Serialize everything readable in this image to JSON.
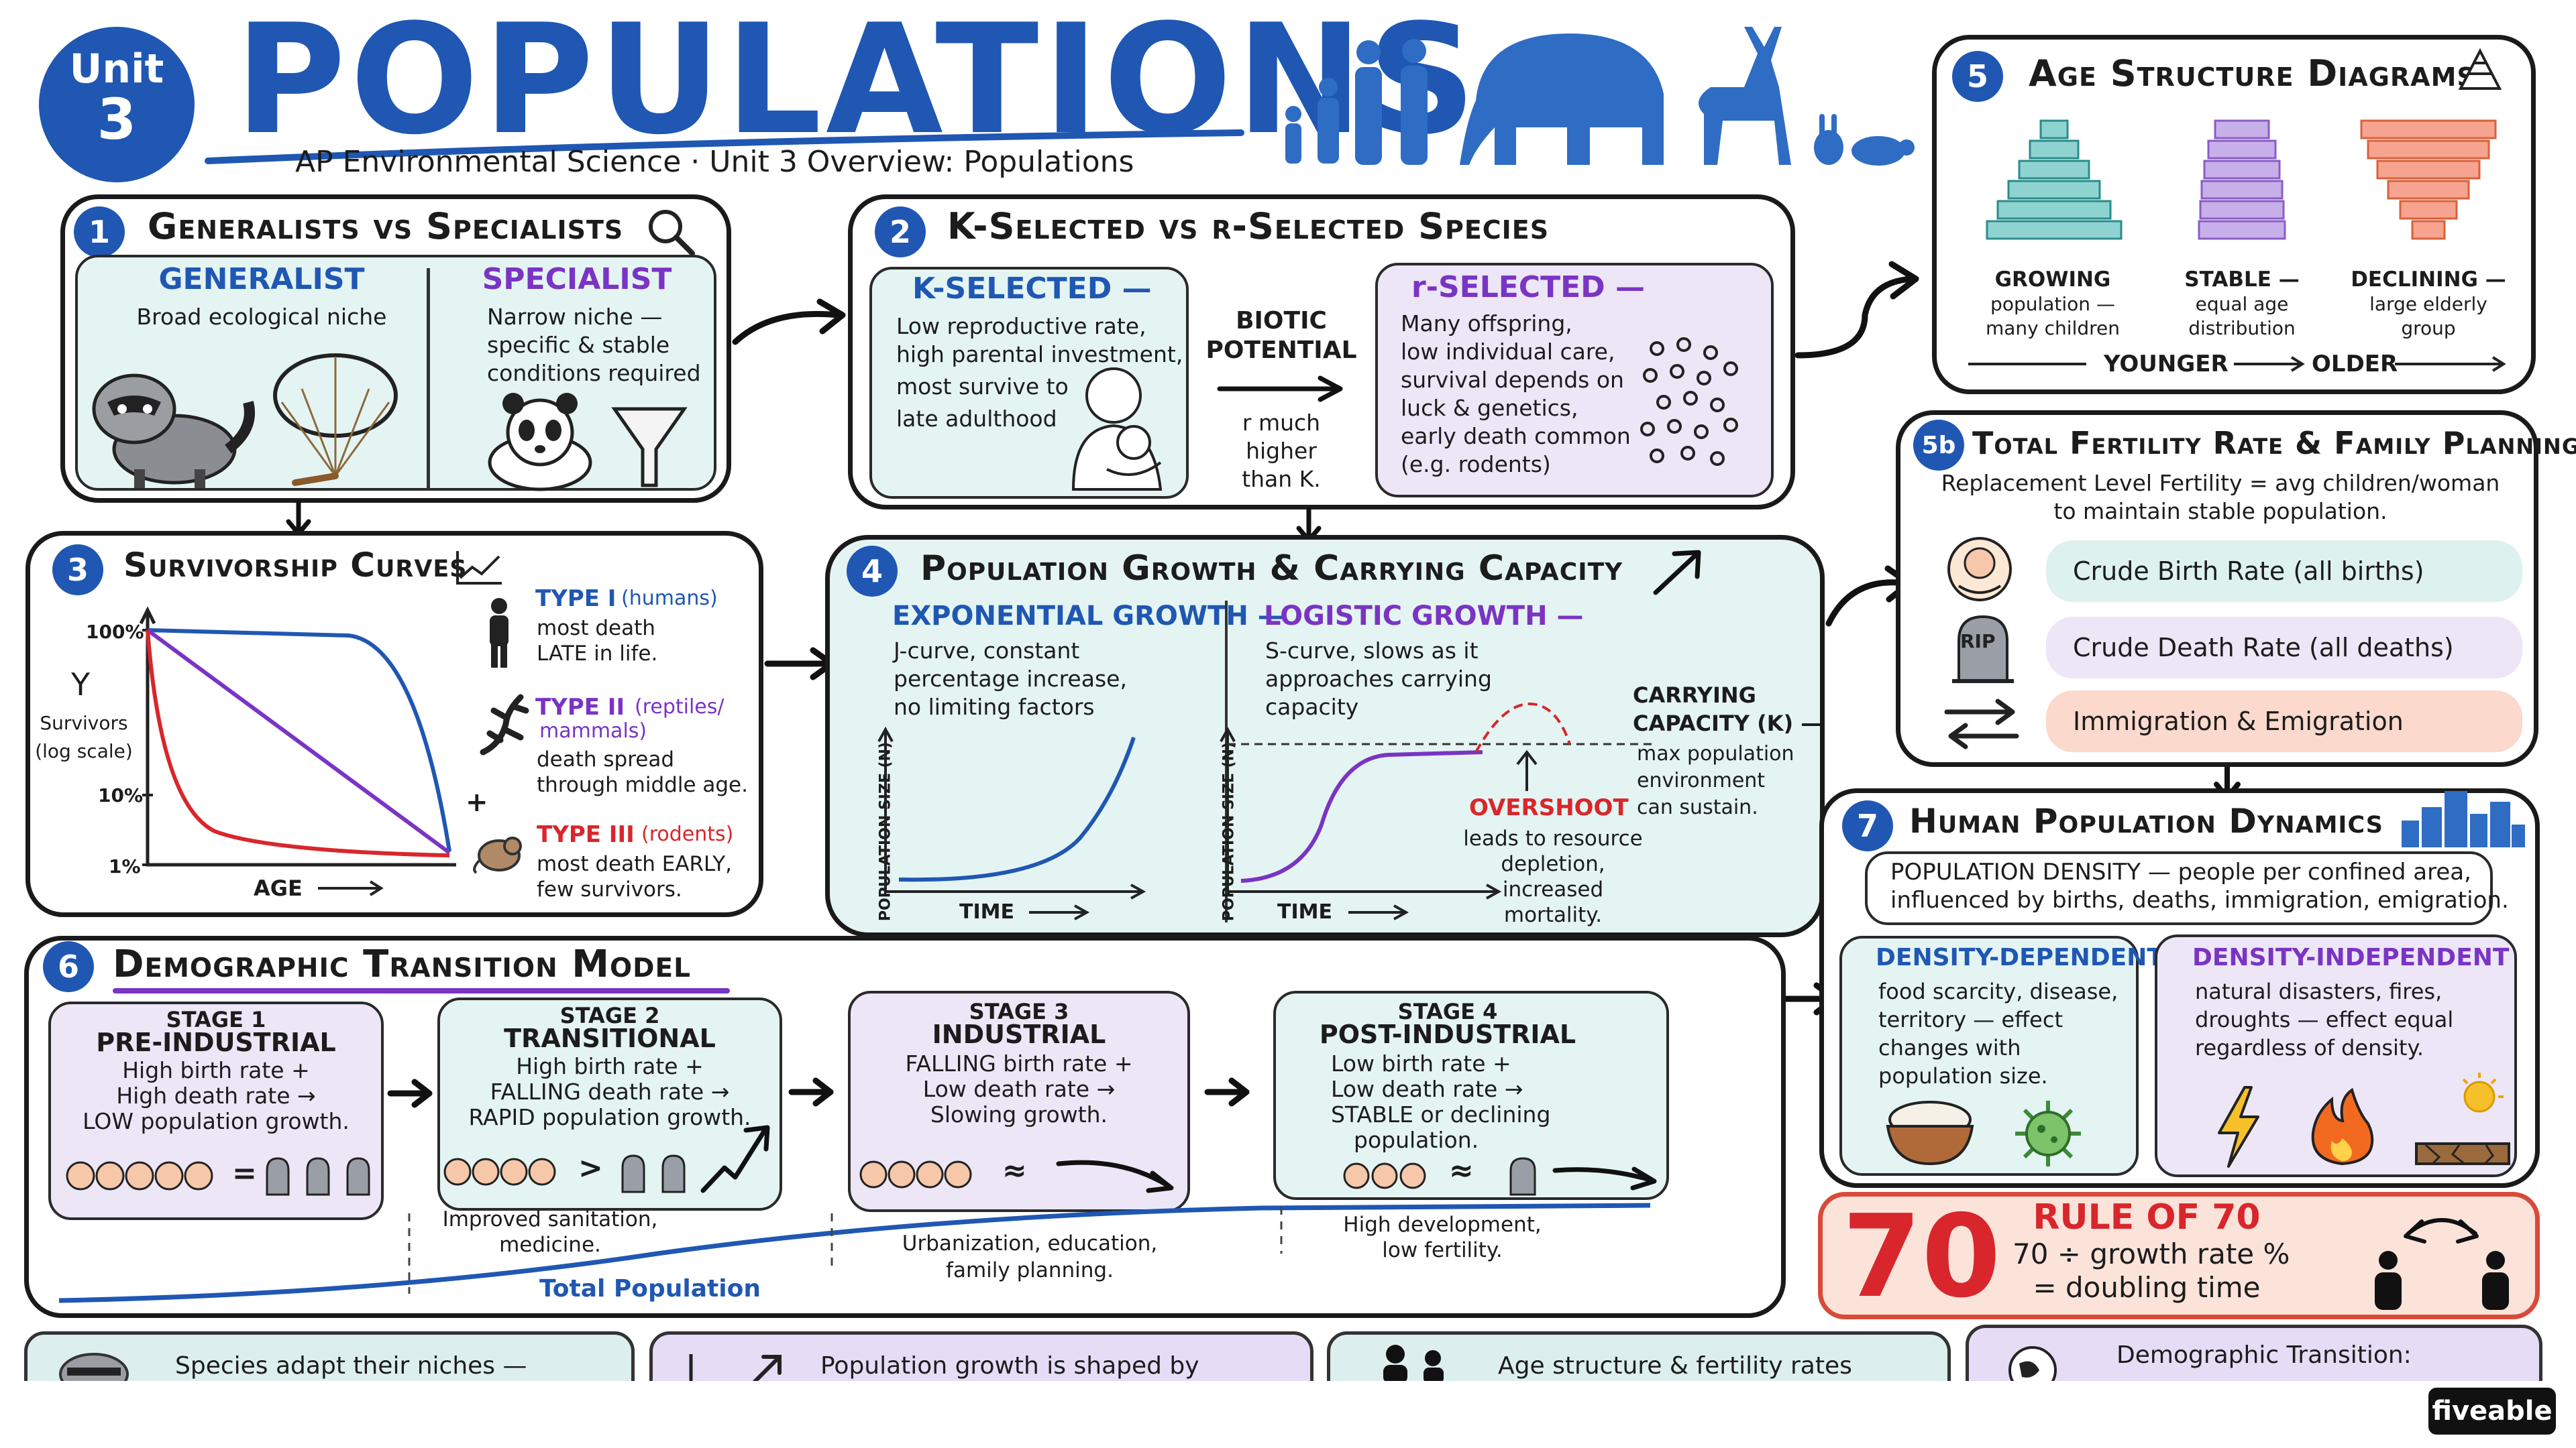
{
  "header": {
    "unit_label": "Unit",
    "unit_number": "3",
    "title": "POPULATIONS",
    "subtitle": "AP Environmental Science · Unit 3 Overview: Populations"
  },
  "s1": {
    "num": "1",
    "title": "Generalists vs Specialists",
    "gen_title": "GENERALIST",
    "gen_text": "Broad ecological niche",
    "spec_title": "SPECIALIST",
    "spec_text": [
      "Narrow niche —",
      "specific & stable",
      "conditions required"
    ]
  },
  "s2": {
    "num": "2",
    "title": "K-Selected vs r-Selected Species",
    "k_title": "K-SELECTED —",
    "k_text": [
      "Low reproductive rate,",
      "high parental investment,",
      "most survive to",
      "late adulthood"
    ],
    "biotic": [
      "BIOTIC",
      "POTENTIAL"
    ],
    "biotic_note": [
      "r much",
      "higher",
      "than K."
    ],
    "r_title": "r-SELECTED —",
    "r_text": [
      "Many offspring,",
      "low individual care,",
      "survival depends on",
      "luck & genetics,",
      "early death common",
      "(e.g. rodents)"
    ]
  },
  "s3": {
    "num": "3",
    "title": "Survivorship Curves",
    "y_ticks": [
      "100%",
      "10%",
      "1%"
    ],
    "y_label": [
      "Y",
      "Survivors",
      "(log scale)"
    ],
    "x_label": "AGE",
    "t1_title": "TYPE I",
    "t1_sub": "(humans)",
    "t1_text": [
      "most death",
      "LATE in life."
    ],
    "t2_title": "TYPE II",
    "t2_sub": [
      "(reptiles/",
      "mammals)"
    ],
    "t2_text": [
      "death spread",
      "through middle age."
    ],
    "t3_title": "TYPE III",
    "t3_sub": "(rodents)",
    "t3_text": [
      "most death EARLY,",
      "few survivors."
    ]
  },
  "s4": {
    "num": "4",
    "title": "Population Growth & Carrying Capacity",
    "exp_title": "EXPONENTIAL GROWTH —",
    "exp_text": [
      "J-curve, constant",
      "percentage increase,",
      "no limiting factors"
    ],
    "log_title": "LOGISTIC GROWTH —",
    "log_text": [
      "S-curve, slows as it",
      "approaches carrying",
      "capacity"
    ],
    "y_axis": "POPULATION SIZE (N)",
    "x_axis": "TIME",
    "cc_text": [
      "CARRYING",
      "CAPACITY (K) —",
      "max population",
      "environment",
      "can sustain."
    ],
    "overshoot": "OVERSHOOT",
    "overshoot_text": [
      "leads to resource",
      "depletion,",
      "increased",
      "mortality."
    ]
  },
  "s5": {
    "num": "5",
    "title": "Age Structure Diagrams",
    "growing": [
      "GROWING",
      "population —",
      "many children"
    ],
    "stable": [
      "STABLE —",
      "equal age",
      "distribution"
    ],
    "declining": [
      "DECLINING —",
      "large elderly",
      "group"
    ],
    "younger": "YOUNGER",
    "older": "OLDER",
    "colors": {
      "growing": "#8fd3d1",
      "stable": "#c7b0ea",
      "declining": "#f6a48f"
    }
  },
  "s5b": {
    "num": "5b",
    "title": "Total Fertility Rate & Family Planning",
    "text": [
      "Replacement Level Fertility = avg children/woman",
      "to maintain stable population."
    ],
    "rip": "RIP",
    "pills": [
      "Crude Birth Rate (all births)",
      "Crude Death Rate (all deaths)",
      "Immigration & Emigration"
    ]
  },
  "s6": {
    "num": "6",
    "title": "Demographic Transition Model",
    "stages": [
      {
        "label": "STAGE 1",
        "name": "PRE-INDUSTRIAL",
        "lines": [
          "High birth rate +",
          "High death rate →",
          "LOW population growth."
        ],
        "symbol": "="
      },
      {
        "label": "STAGE 2",
        "name": "TRANSITIONAL",
        "lines": [
          "High birth rate +",
          "FALLING death rate →",
          "RAPID population growth."
        ],
        "symbol": ">"
      },
      {
        "label": "STAGE 3",
        "name": "INDUSTRIAL",
        "lines": [
          "FALLING birth rate +",
          "Low death rate →",
          "Slowing growth."
        ],
        "symbol": "≈"
      },
      {
        "label": "STAGE 4",
        "name": "POST-INDUSTRIAL",
        "lines": [
          "Low birth rate +",
          "Low death rate →",
          "STABLE or declining",
          "population."
        ],
        "symbol": "≈"
      }
    ],
    "notes": [
      [
        "Improved sanitation,",
        "medicine."
      ],
      [
        "Urbanization, education,",
        "family planning."
      ],
      [
        "High development,",
        "low fertility."
      ]
    ],
    "total": "Total Population"
  },
  "s7": {
    "num": "7",
    "title": "Human Population Dynamics",
    "density": [
      "POPULATION DENSITY — people per confined area,",
      "influenced by births, deaths, immigration, emigration."
    ],
    "dd_title": "DENSITY-DEPENDENT",
    "dd_text": [
      "food scarcity, disease,",
      "territory — effect",
      "changes with",
      "population size."
    ],
    "di_title": "DENSITY-INDEPENDENT",
    "di_text": [
      "natural disasters, fires,",
      "droughts — effect equal",
      "regardless of density."
    ]
  },
  "rule70": {
    "number": "70",
    "title": "RULE OF 70",
    "lines": [
      "70 ÷ growth rate %",
      "= doubling time"
    ]
  },
  "footer": {
    "cards": [
      "Species adapt their niches —",
      "Population growth is shaped by",
      "Age structure & fertility rates",
      "Demographic Transition:"
    ],
    "brand": "fiveable"
  }
}
